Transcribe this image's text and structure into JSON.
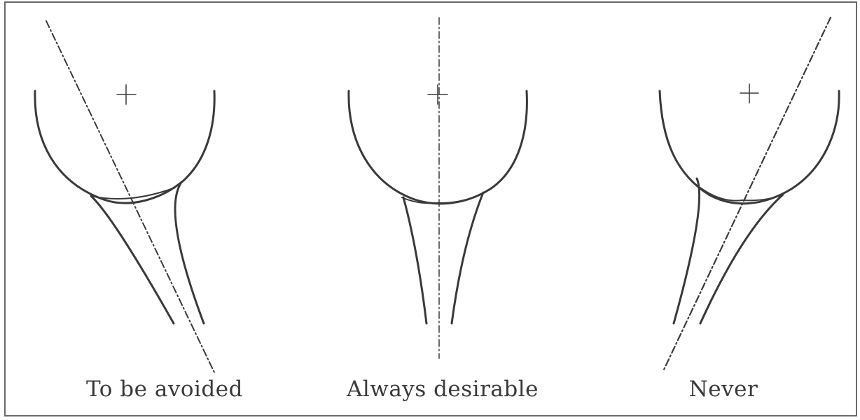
{
  "diagram": {
    "panels": [
      {
        "caption": "To be avoided"
      },
      {
        "caption": "Always desirable"
      },
      {
        "caption": "Never"
      }
    ],
    "colors": {
      "line": "#3a3a3a",
      "frame": "#6a6a6a"
    }
  }
}
